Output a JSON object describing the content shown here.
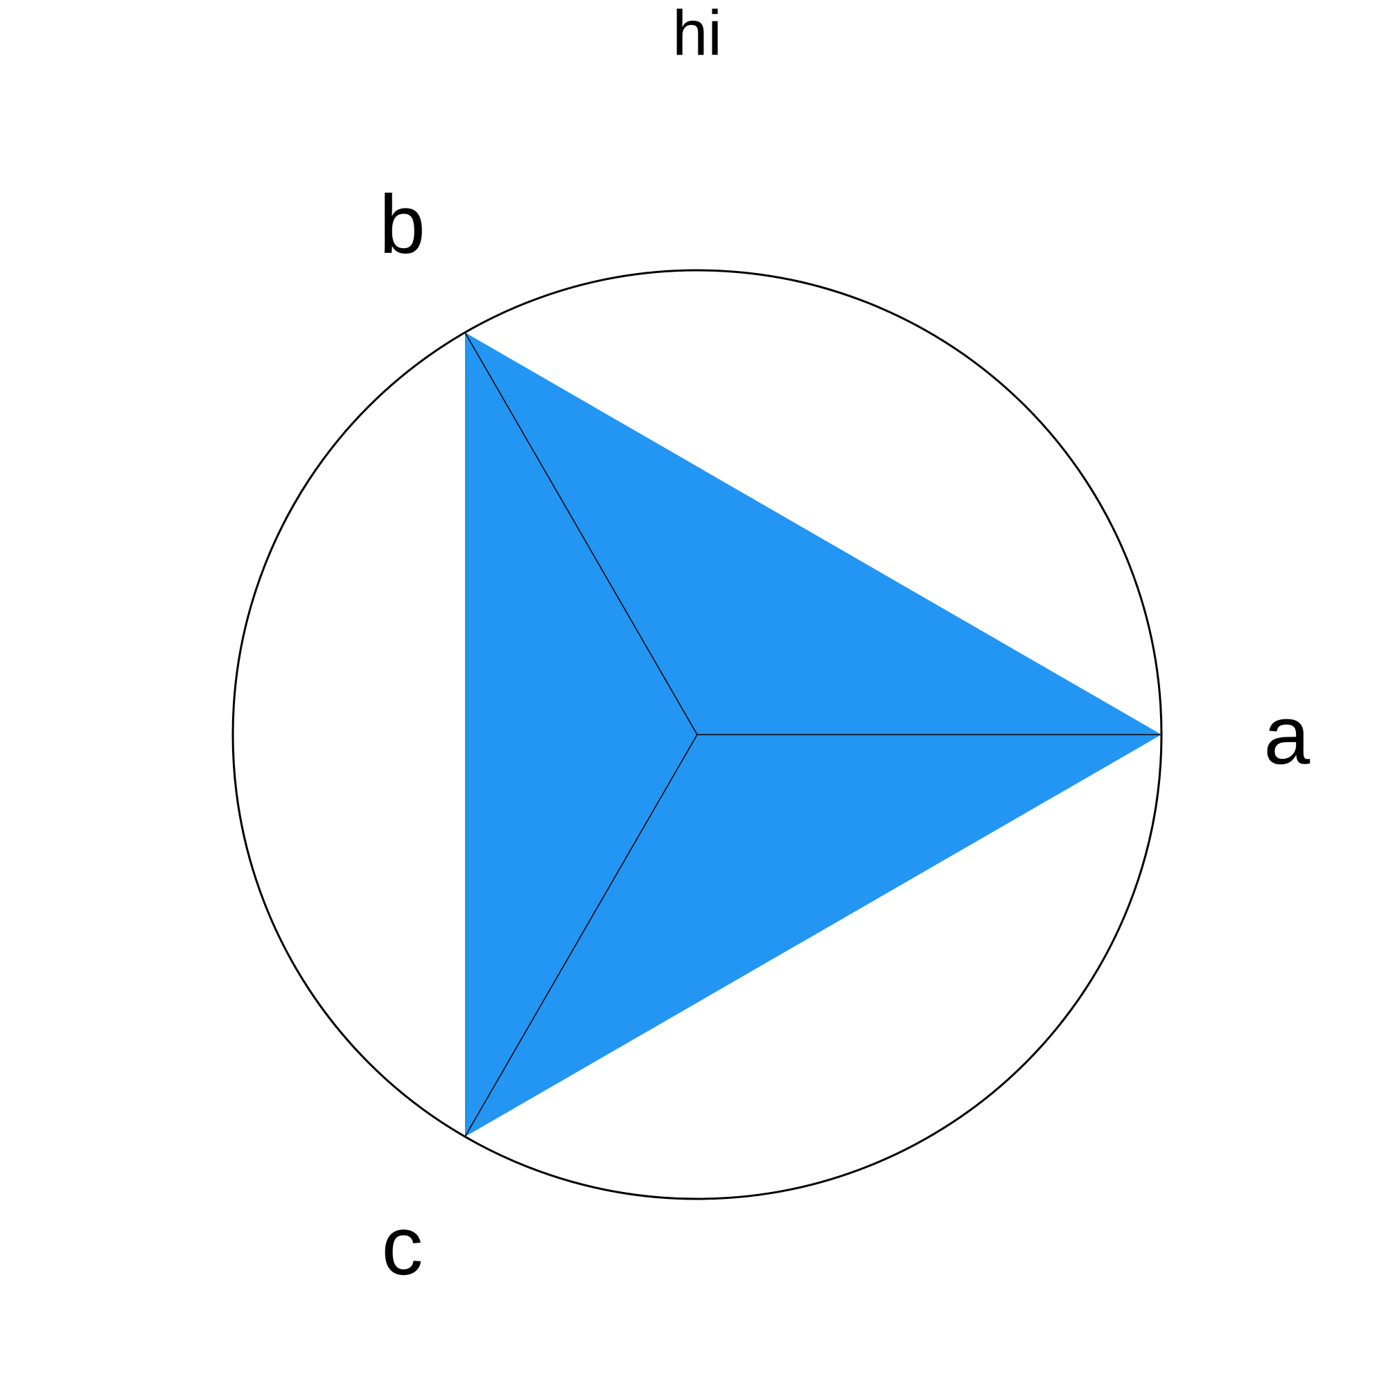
{
  "chart_data": {
    "type": "radar",
    "title": "hi",
    "categories": [
      "a",
      "b",
      "c"
    ],
    "series": [
      {
        "values": [
          1,
          1,
          1
        ],
        "fill_color": "#2395F2",
        "line_color": "#000000"
      }
    ],
    "rlim": [
      0,
      1
    ],
    "grid": false,
    "outer_circle": true,
    "spokes": true
  }
}
